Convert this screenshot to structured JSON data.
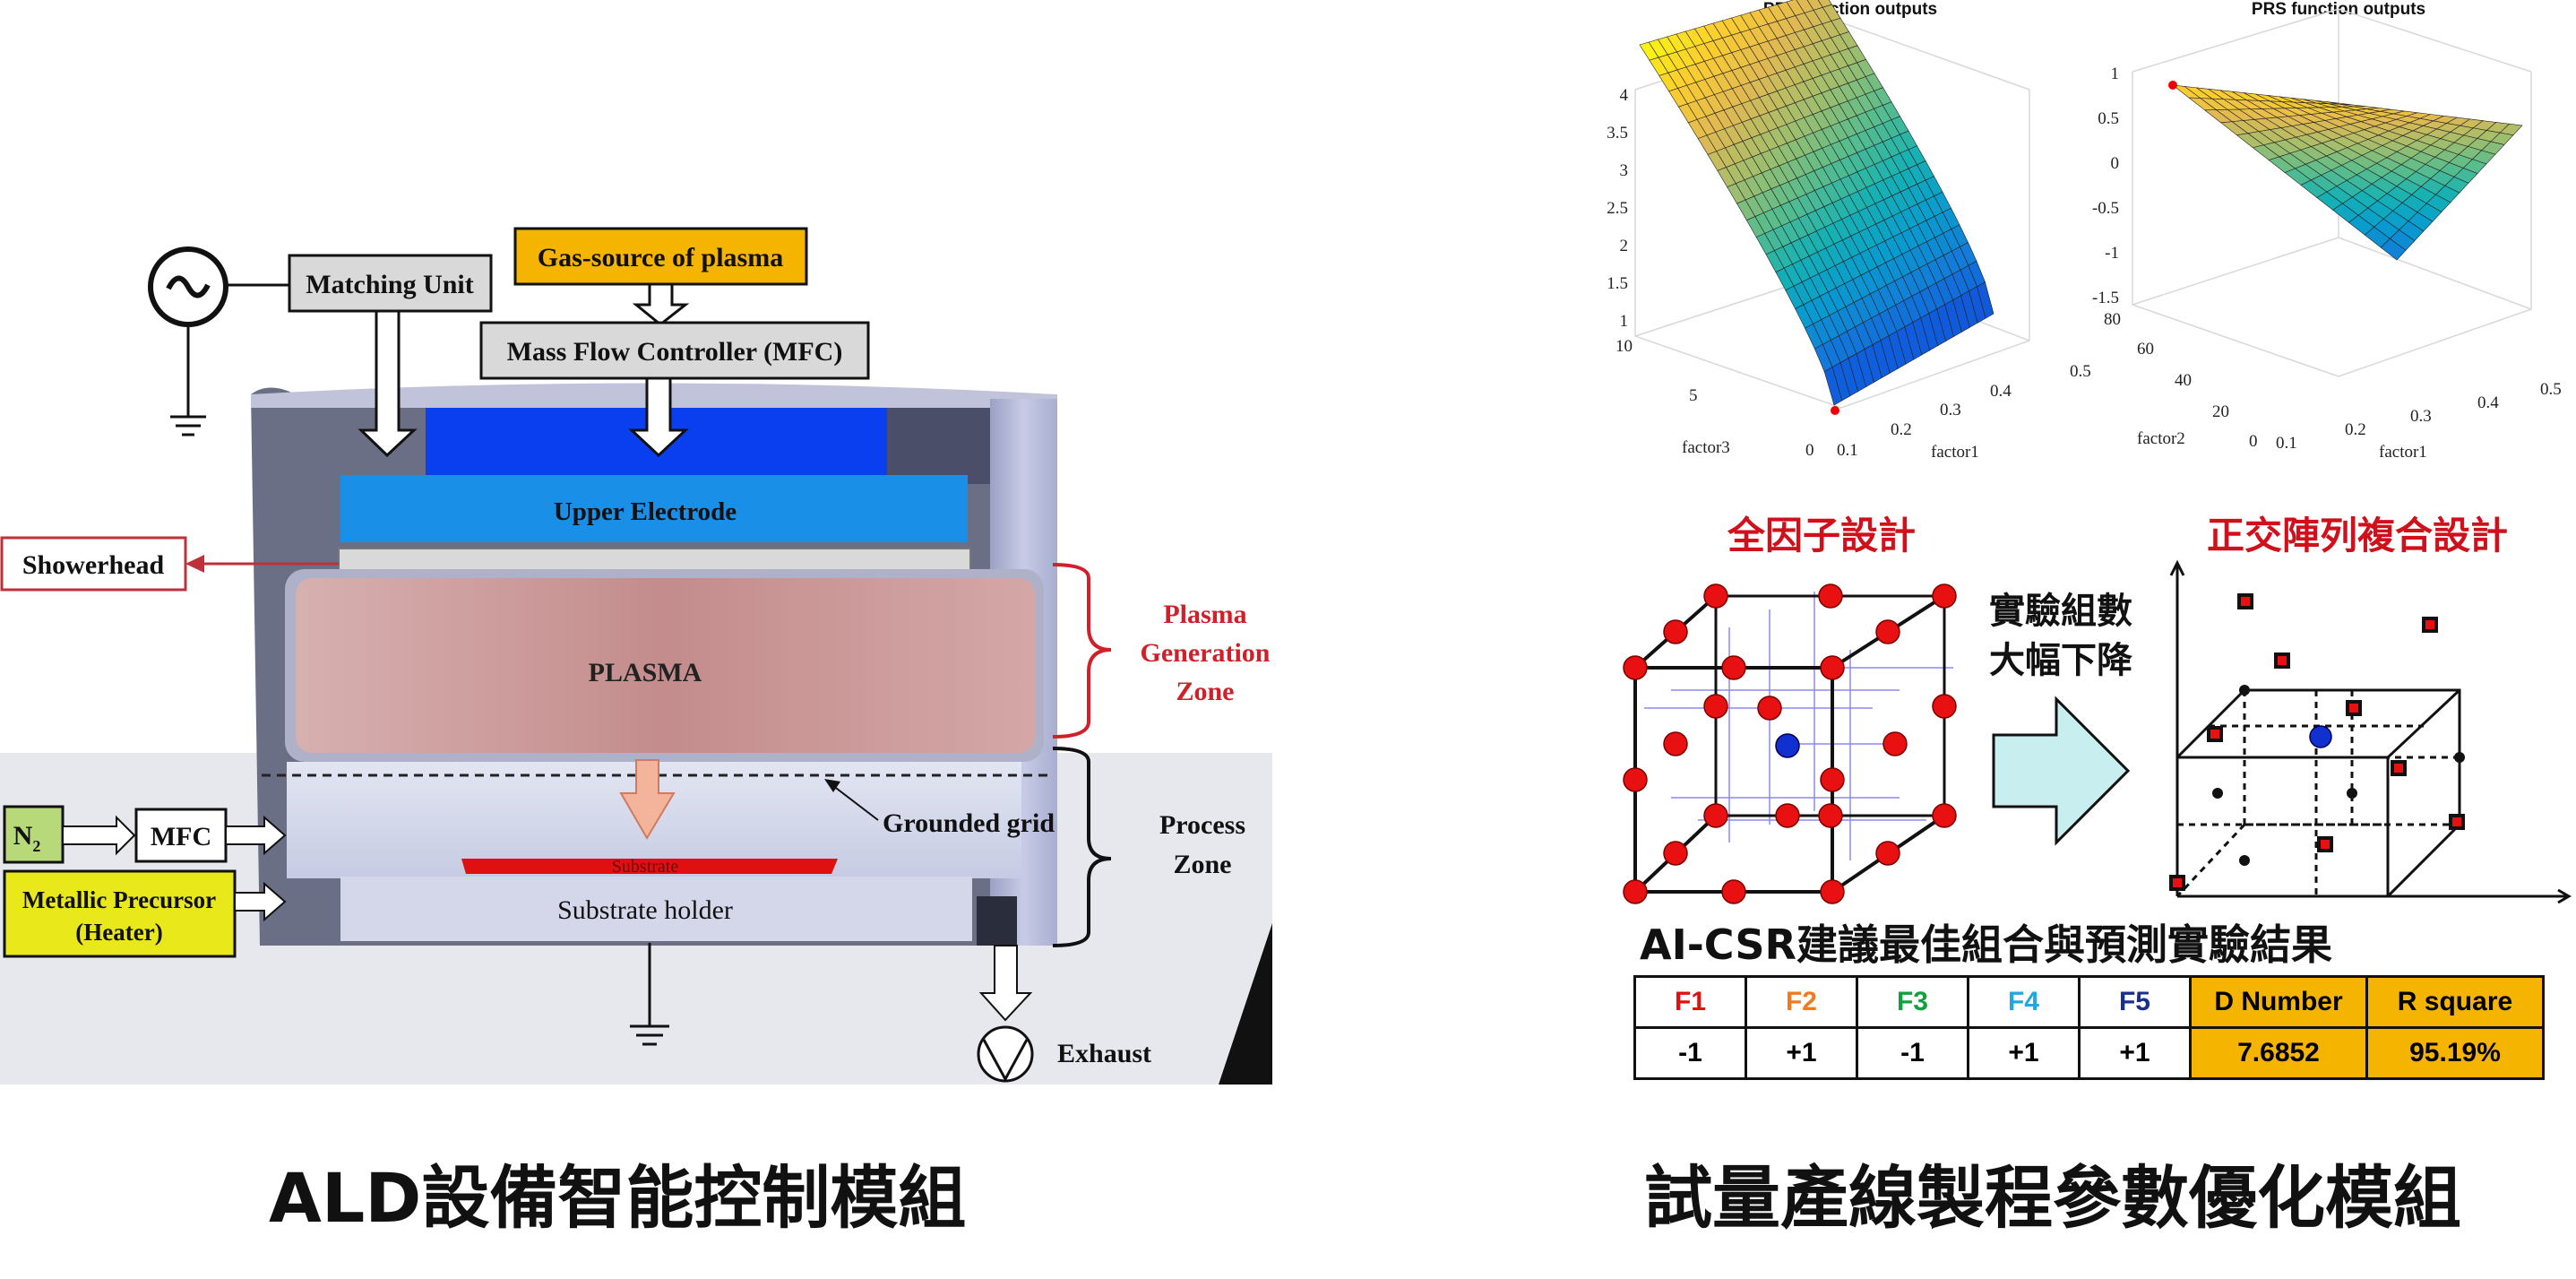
{
  "captions": {
    "left": "ALD設備智能控制模組",
    "right": "試量產線製程參數優化模組"
  },
  "ald": {
    "matching_unit": "Matching Unit",
    "gas_source": "Gas-source of plasma",
    "mfc_main": "Mass Flow Controller  (MFC)",
    "upper_electrode": "Upper Electrode",
    "showerhead": "Showerhead",
    "plasma": "PLASMA",
    "plasma_zone": [
      "Plasma",
      "Generation",
      "Zone"
    ],
    "grounded_grid": "Grounded grid",
    "process_zone": [
      "Process",
      "Zone"
    ],
    "n2": "N",
    "n2_sub": "2",
    "mfc_small": "MFC",
    "precursor": [
      "Metallic Precursor",
      "(Heater)"
    ],
    "substrate": "Substrate",
    "substrate_holder": "Substrate holder",
    "exhaust": "Exhaust",
    "colors": {
      "gas_box": "#f5b400",
      "electrode": "#1a8fe8",
      "top_block": "#0a3ff0",
      "plasma": "#c99a9a",
      "precursor_box": "#e8e81a",
      "n2_box": "#b8d97a",
      "substrate": "#e01010",
      "chamber": "#6b6f86"
    }
  },
  "plots": {
    "left": {
      "title": "PRS function outputs",
      "zticks": [
        "4",
        "3.5",
        "3",
        "2.5",
        "2",
        "1.5",
        "1"
      ],
      "yaxis_ticks": [
        "10",
        "5",
        "0"
      ],
      "xaxis_ticks": [
        "0.1",
        "0.2",
        "0.3",
        "0.4",
        "0.5"
      ],
      "xlabel": "factor1",
      "ylabel": "factor3"
    },
    "right": {
      "title": "PRS function outputs",
      "zticks": [
        "1",
        "0.5",
        "0",
        "-0.5",
        "-1",
        "-1.5"
      ],
      "yaxis_ticks": [
        "80",
        "60",
        "40",
        "20",
        "0"
      ],
      "xaxis_ticks": [
        "0.1",
        "0.2",
        "0.3",
        "0.4",
        "0.5"
      ],
      "xlabel": "factor1",
      "ylabel": "factor2"
    }
  },
  "design": {
    "full_factorial": "全因子設計",
    "orthogonal": "正交陣列複合設計",
    "arrow_text": [
      "實驗組數",
      "大幅下降"
    ],
    "colors": {
      "title": "#d0101a",
      "arrow": "#c8eef0",
      "point": "#e81010",
      "center": "#1030d0"
    }
  },
  "result": {
    "title": "AI-CSR建議最佳組合與預測實驗結果",
    "headers": [
      "F1",
      "F2",
      "F3",
      "F4",
      "F5",
      "D Number",
      "R square"
    ],
    "values": [
      "-1",
      "+1",
      "-1",
      "+1",
      "+1",
      "7.6852",
      "95.19%"
    ],
    "header_colors": [
      "#e01010",
      "#f07a20",
      "#10a040",
      "#20a8e0",
      "#1a2f8a",
      "#111111",
      "#111111"
    ],
    "highlight": "#f5b400"
  }
}
